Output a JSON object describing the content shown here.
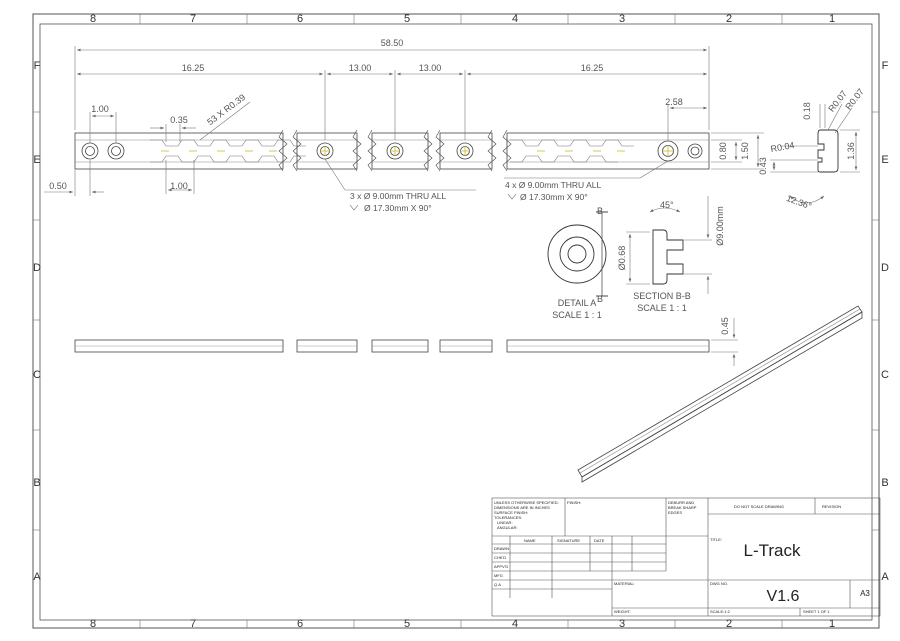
{
  "zones": {
    "columns": [
      "8",
      "7",
      "6",
      "5",
      "4",
      "3",
      "2",
      "1"
    ],
    "rows": [
      "F",
      "E",
      "D",
      "C",
      "B",
      "A"
    ]
  },
  "dimensions": {
    "overall": "58.50",
    "seg_a": "16.25",
    "seg_b": "13.00",
    "seg_c": "13.00",
    "seg_d": "16.25",
    "end_offset": "2.58",
    "hole_pitch_top": "1.00",
    "hole_pitch_bottom": "1.00",
    "edge_offset": "0.50",
    "slot_pitch": "0.35",
    "slot_pattern": "53 X R0.39",
    "height_inner": "0.80",
    "height_outer": "1.50",
    "profile_height": "1.36",
    "profile_top": "0.18",
    "profile_r1": "R0.07",
    "profile_r2": "R0.07",
    "profile_r3": "R0.04",
    "profile_base": "0.43",
    "profile_angle": "12.36°",
    "side_thickness": "0.45",
    "section_width": "Ø0.68",
    "section_angle": "45°",
    "section_dia": "Ø9.00mm"
  },
  "callouts": {
    "holes_3_line1": "3 x Ø 9.00mm THRU ALL",
    "holes_3_line2": "Ø 17.30mm X 90°",
    "holes_4_line1": "4 x Ø 9.00mm THRU ALL",
    "holes_4_line2": "Ø 17.30mm X 90°",
    "section_marker": "B",
    "section_marker_2": "B"
  },
  "views": {
    "detail_title": "DETAIL A",
    "detail_scale": "SCALE 1 : 1",
    "section_title": "SECTION B-B",
    "section_scale": "SCALE 1 : 1"
  },
  "title_block": {
    "tolerance_note": [
      "UNLESS OTHERWISE SPECIFIED:",
      "DIMENSIONS ARE IN INCHES",
      "SURFACE FINISH:",
      "TOLERANCES:",
      "LINEAR:",
      "ANGULAR:"
    ],
    "finish_label": "FINISH:",
    "deburr_note": [
      "DEBURR AND",
      "BREAK SHARP",
      "EDGES"
    ],
    "do_not_scale": "DO NOT SCALE DRAWING",
    "revision_label": "REVISION",
    "col_name": "NAME",
    "col_signature": "SIGNATURE",
    "col_date": "DATE",
    "rows": [
      "DRAWN",
      "CHK'D",
      "APPV'D",
      "MFG",
      "Q.A"
    ],
    "title_label": "TITLE:",
    "title": "L-Track",
    "material_label": "MATERIAL:",
    "dwg_label": "DWG NO.",
    "dwg_no": "V1.6",
    "size": "A3",
    "weight_label": "WEIGHT:",
    "scale": "SCALE:1:2",
    "sheet": "SHEET 1 OF 1"
  }
}
